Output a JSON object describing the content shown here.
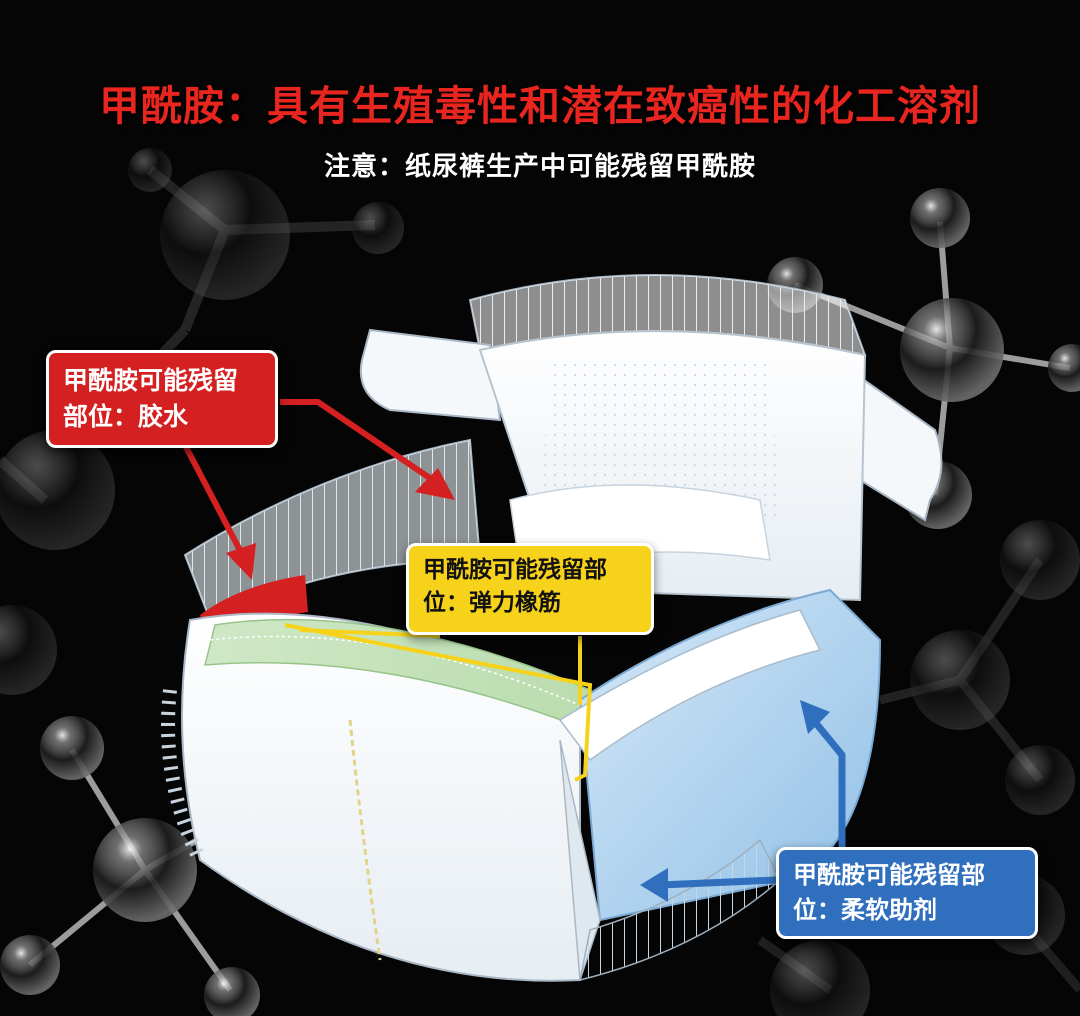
{
  "header": {
    "title": "甲酰胺：具有生殖毒性和潜在致癌性的化工溶剂",
    "subtitle": "注意：纸尿裤生产中可能残留甲酰胺"
  },
  "callouts": {
    "glue": {
      "line1": "甲酰胺可能残留",
      "line2": "部位：胶水"
    },
    "elastic": {
      "line1": "甲酰胺可能残留部",
      "line2": "位：弹力橡筋"
    },
    "softener": {
      "line1": "甲酰胺可能残留部",
      "line2": "位：柔软助剂"
    }
  },
  "colors": {
    "background": "#050505",
    "title": "#e8251f",
    "subtitle": "#ffffff",
    "red_callout": "#d42020",
    "red_text": "#ffffff",
    "yellow_callout": "#f7d21a",
    "yellow_text": "#111111",
    "blue_callout": "#2f6fbe",
    "blue_text": "#ffffff"
  },
  "icons": {
    "molecules": "molecule-icon",
    "diaper": "diaper-illustration",
    "arrows": "pointer-arrow-icon"
  }
}
